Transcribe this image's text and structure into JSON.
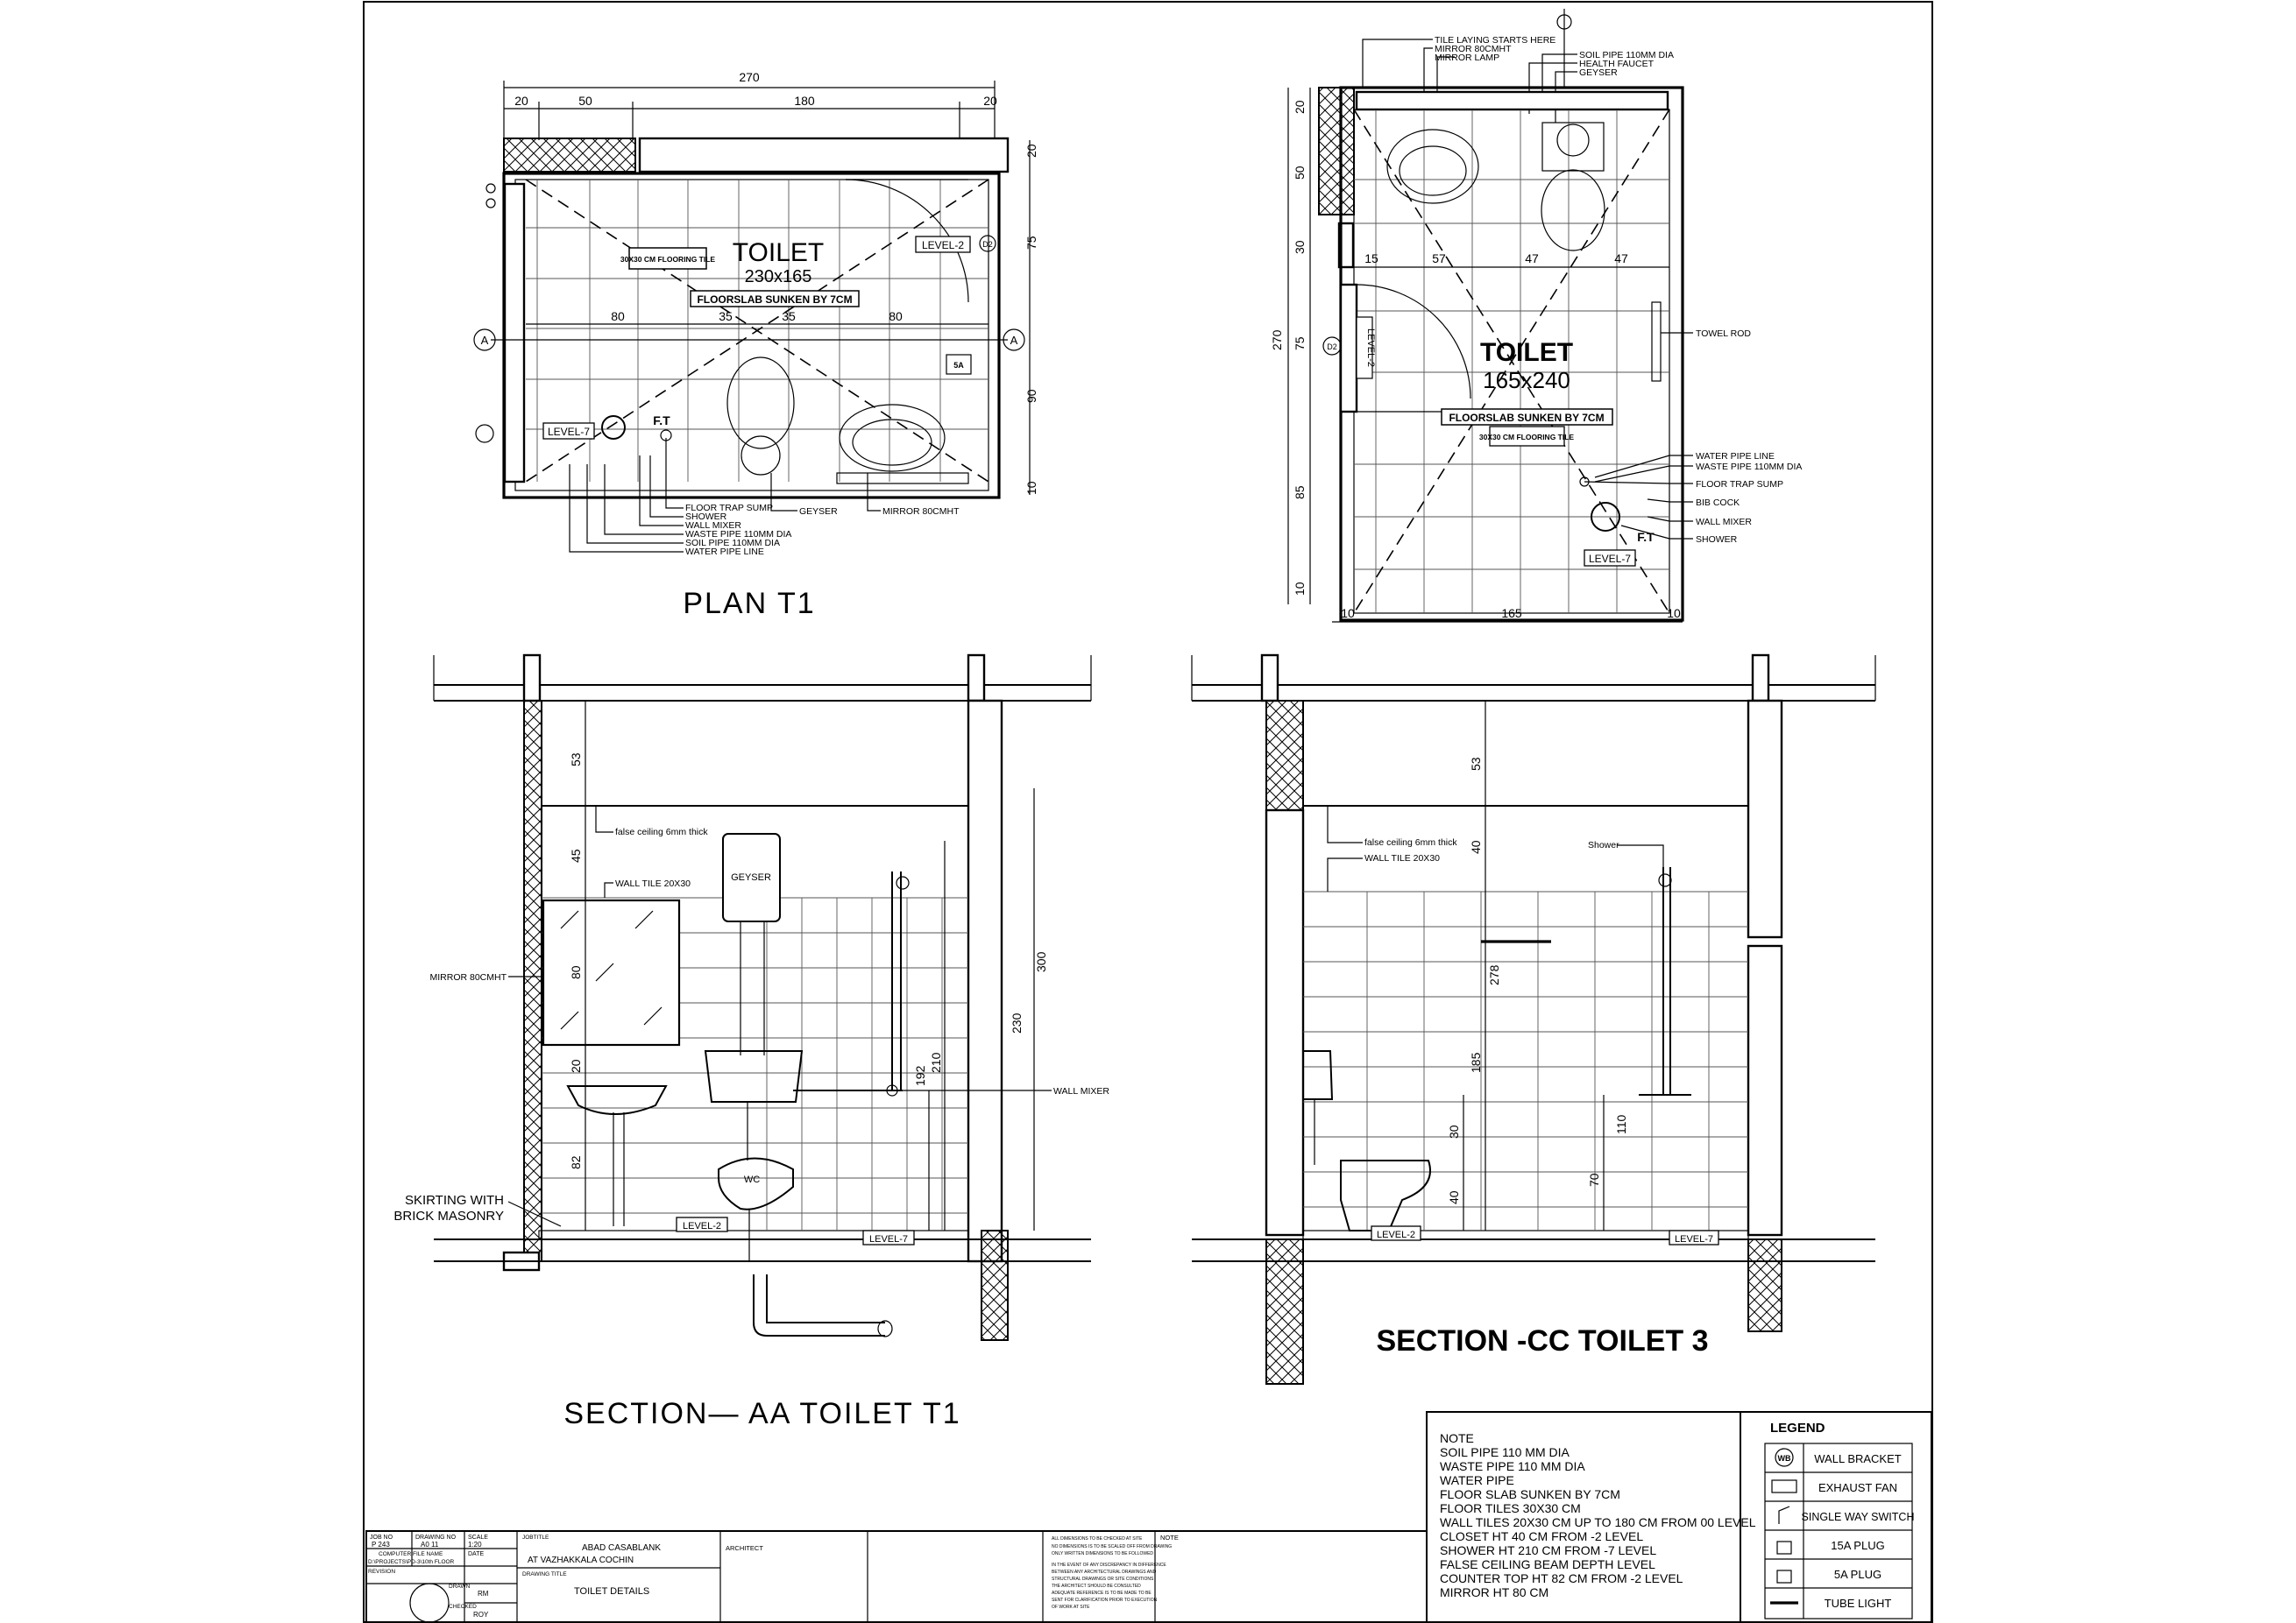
{
  "plan_t1": {
    "title": "PLAN T1",
    "room_name": "TOILET",
    "room_size": "230x165",
    "floor_note": "FLOORSLAB SUNKEN BY 7CM",
    "tile_note": "30X30 CM FLOORING TILE",
    "level_a": "LEVEL-2",
    "level_b": "LEVEL-7",
    "ft": "F.T",
    "door_tag": "D2",
    "dims_top": [
      "270",
      "20",
      "50",
      "180",
      "20"
    ],
    "dims_right": [
      "20",
      "75",
      "90",
      "10"
    ],
    "dims_inner": [
      "80",
      "35",
      "35",
      "80"
    ],
    "section_marker": "A",
    "callouts": [
      "FLOOR TRAP SUMP",
      "SHOWER",
      "WALL MIXER",
      "WASTE PIPE 110MM DIA",
      "SOIL PIPE 110MM DIA",
      "WATER PIPE LINE"
    ],
    "geyser": "GEYSER",
    "mirror": "MIRROR 80CMHT",
    "socket": "5A"
  },
  "plan_t3": {
    "room_name": "TOILET",
    "room_size": "165x240",
    "floor_note": "FLOORSLAB SUNKEN BY 7CM",
    "tile_note": "30X30 CM FLOORING TILE",
    "level_a": "LEVEL-2",
    "level_b": "LEVEL-7",
    "ft": "F.T",
    "door_tag": "D2",
    "dims_left": [
      "270",
      "20",
      "50",
      "30",
      "75",
      "85",
      "10"
    ],
    "dims_bottom": [
      "10",
      "165",
      "10"
    ],
    "dims_inner": [
      "15",
      "57",
      "47",
      "47"
    ],
    "callouts_top": [
      "TILE LAYING STARTS HERE",
      "MIRROR 80CMHT",
      "MIRROR LAMP",
      "SOIL PIPE 110MM DIA",
      "HEALTH FAUCET",
      "GEYSER"
    ],
    "callouts_right": [
      "TOWEL ROD",
      "WATER PIPE LINE",
      "WASTE PIPE 110MM DIA",
      "FLOOR TRAP SUMP",
      "BIB COCK",
      "WALL MIXER",
      "SHOWER"
    ]
  },
  "section_aa": {
    "title": "SECTION— AA TOILET T1",
    "false_ceiling": "false ceiling 6mm thick",
    "wall_tile": "WALL TILE 20X30",
    "mirror": "MIRROR 80CMHT",
    "geyser": "GEYSER",
    "wall_mixer": "WALL MIXER",
    "skirting_1": "SKIRTING WITH",
    "skirting_2": "BRICK MASONRY",
    "wc": "WC",
    "level_a": "LEVEL-2",
    "level_b": "LEVEL-7",
    "dims": [
      "53",
      "45",
      "80",
      "20",
      "82",
      "192",
      "210",
      "300",
      "230"
    ]
  },
  "section_cc": {
    "title": "SECTION -CC TOILET 3",
    "false_ceiling": "false ceiling 6mm thick",
    "wall_tile": "WALL TILE 20X30",
    "shower": "Shower",
    "level_a": "LEVEL-2",
    "level_b": "LEVEL-7",
    "dims": [
      "53",
      "40",
      "278",
      "185",
      "30",
      "40",
      "70",
      "110"
    ]
  },
  "notes": {
    "heading": "NOTE",
    "lines": [
      "SOIL PIPE 110 MM DIA",
      "WASTE PIPE 110 MM DIA",
      "WATER PIPE",
      "FLOOR SLAB SUNKEN BY 7CM",
      "FLOOR TILES 30X30 CM",
      "WALL TILES 20X30 CM UP TO 180 CM FROM  00  LEVEL",
      "CLOSET HT 40 CM FROM  -2 LEVEL",
      "SHOWER HT 210 CM FROM -7 LEVEL",
      "FALSE CEILING BEAM DEPTH LEVEL",
      "COUNTER TOP HT 82 CM FROM -2 LEVEL",
      "MIRROR HT 80 CM"
    ]
  },
  "legend": {
    "heading": "LEGEND",
    "items": [
      "WALL BRACKET",
      "EXHAUST FAN",
      "SINGLE WAY SWITCH",
      "15A PLUG",
      "5A PLUG",
      "TUBE LIGHT"
    ],
    "symbol_wb": "WB"
  },
  "title_block": {
    "job_no_label": "JOB NO",
    "job_no": "P 243",
    "drawing_no_label": "DRAWING NO",
    "drawing_no": "A0 11",
    "scale_label": "SCALE",
    "scale": "1:20",
    "file_label": "COMPUTER FILE NAME",
    "file": "D:\\PROJECTS\\PD-3\\10th FLOOR",
    "date_label": "DATE",
    "revision_label": "REVISION",
    "drawn_label": "DRAWN",
    "drawn": "RM",
    "checked_label": "CHECKED",
    "checked": "ROY",
    "jobtitle_label": "JOBTITLE",
    "jobtitle_1": "ABAD CASABLANK",
    "jobtitle_2": "AT VAZHAKKALA COCHIN",
    "drawing_title_label": "DRAWING TITLE",
    "drawing_title": "TOILET DETAILS",
    "architect": "ARCHITECT",
    "note": "NOTE",
    "dim_notes": [
      "ALL DIMENSIONS TO BE CHECKED AT SITE",
      "NO DIMENSIONS IS TO BE SCALED OFF FROM DRAWING",
      "ONLY WRITTEN DIMENSIONS TO BE FOLLOWED",
      "IN THE EVENT OF ANY DISCREPANCY IN DIFFERENCE",
      "BETWEEN ANY ARCHITECTURAL DRAWINGS AND",
      "STRUCTURAL DRAWINGS OR SITE CONDITIONS",
      "THE ARCHITECT SHOULD BE CONSULTED",
      "ADEQUATE REFERENCE IS TO BE MADE TO BE",
      "SENT FOR CLARIFICATION PRIOR TO EXECUTION",
      "OF WORK AT SITE"
    ]
  }
}
